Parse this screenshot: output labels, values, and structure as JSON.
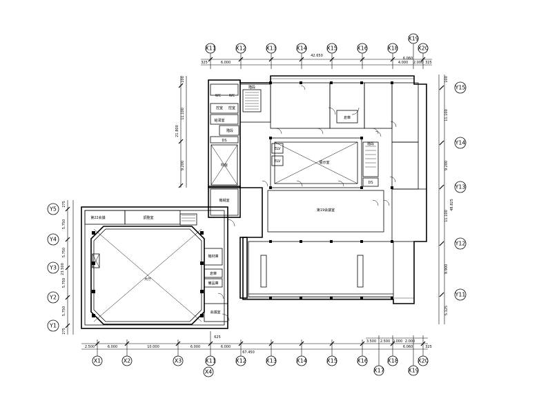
{
  "grid": {
    "top_labels": [
      "X11",
      "X12",
      "X13",
      "X14",
      "X15",
      "X16",
      "X18",
      "X19",
      "X20"
    ],
    "bottom_labels": [
      "X1",
      "X2",
      "X3",
      "X11",
      "X4",
      "X12",
      "X13",
      "X14",
      "X15",
      "X16",
      "X17",
      "X18",
      "X19",
      "X20"
    ],
    "left_labels": [
      "Y5",
      "Y4",
      "Y3",
      "Y2",
      "Y1"
    ],
    "right_labels": [
      "Y15",
      "Y14",
      "Y13",
      "Y12",
      "Y11"
    ]
  },
  "dimensions": {
    "top_total": "42.650",
    "top_segments": [
      "325",
      "6.000",
      "4.000",
      "2.000",
      "6.060",
      "325"
    ],
    "bottom_total": "67.450",
    "bottom_segments": [
      "2.500",
      "6.000",
      "10.000",
      "6.000",
      "625",
      "6.000",
      "3.500",
      "2.500",
      "2.000",
      "2.000",
      "6.060",
      "325"
    ],
    "left_upper": [
      "100",
      "11.100",
      "21.800",
      "9.200"
    ],
    "left_lower": [
      "275",
      "5.750",
      "5.750",
      "23.500",
      "5.750",
      "5.750",
      "275"
    ],
    "right": [
      "100",
      "11.100",
      "9.200",
      "48.825",
      "11.100",
      "9.900",
      "5.125"
    ]
  },
  "rooms": {
    "main_hall": "大厅",
    "meeting_room": "第22会議",
    "control_room": "調整室",
    "equipment": "機材庫",
    "storage1": "倉庫",
    "storage2": "備品庫",
    "small_room": "倉庫",
    "upper_main": "展示室",
    "upper_small": "第19会議室",
    "center_void": "吹抜",
    "machine": "機械室",
    "elv1": "ELV",
    "elv2": "ELV",
    "ds1": "DS",
    "ds2": "DS",
    "ws": "WC",
    "ws2": "WC",
    "pantry": "給湯室",
    "stair1": "階段",
    "stair2": "階段",
    "stair3": "階段",
    "bottom_room": "会議室",
    "side_label1": "控室",
    "side_label2": "控室"
  }
}
